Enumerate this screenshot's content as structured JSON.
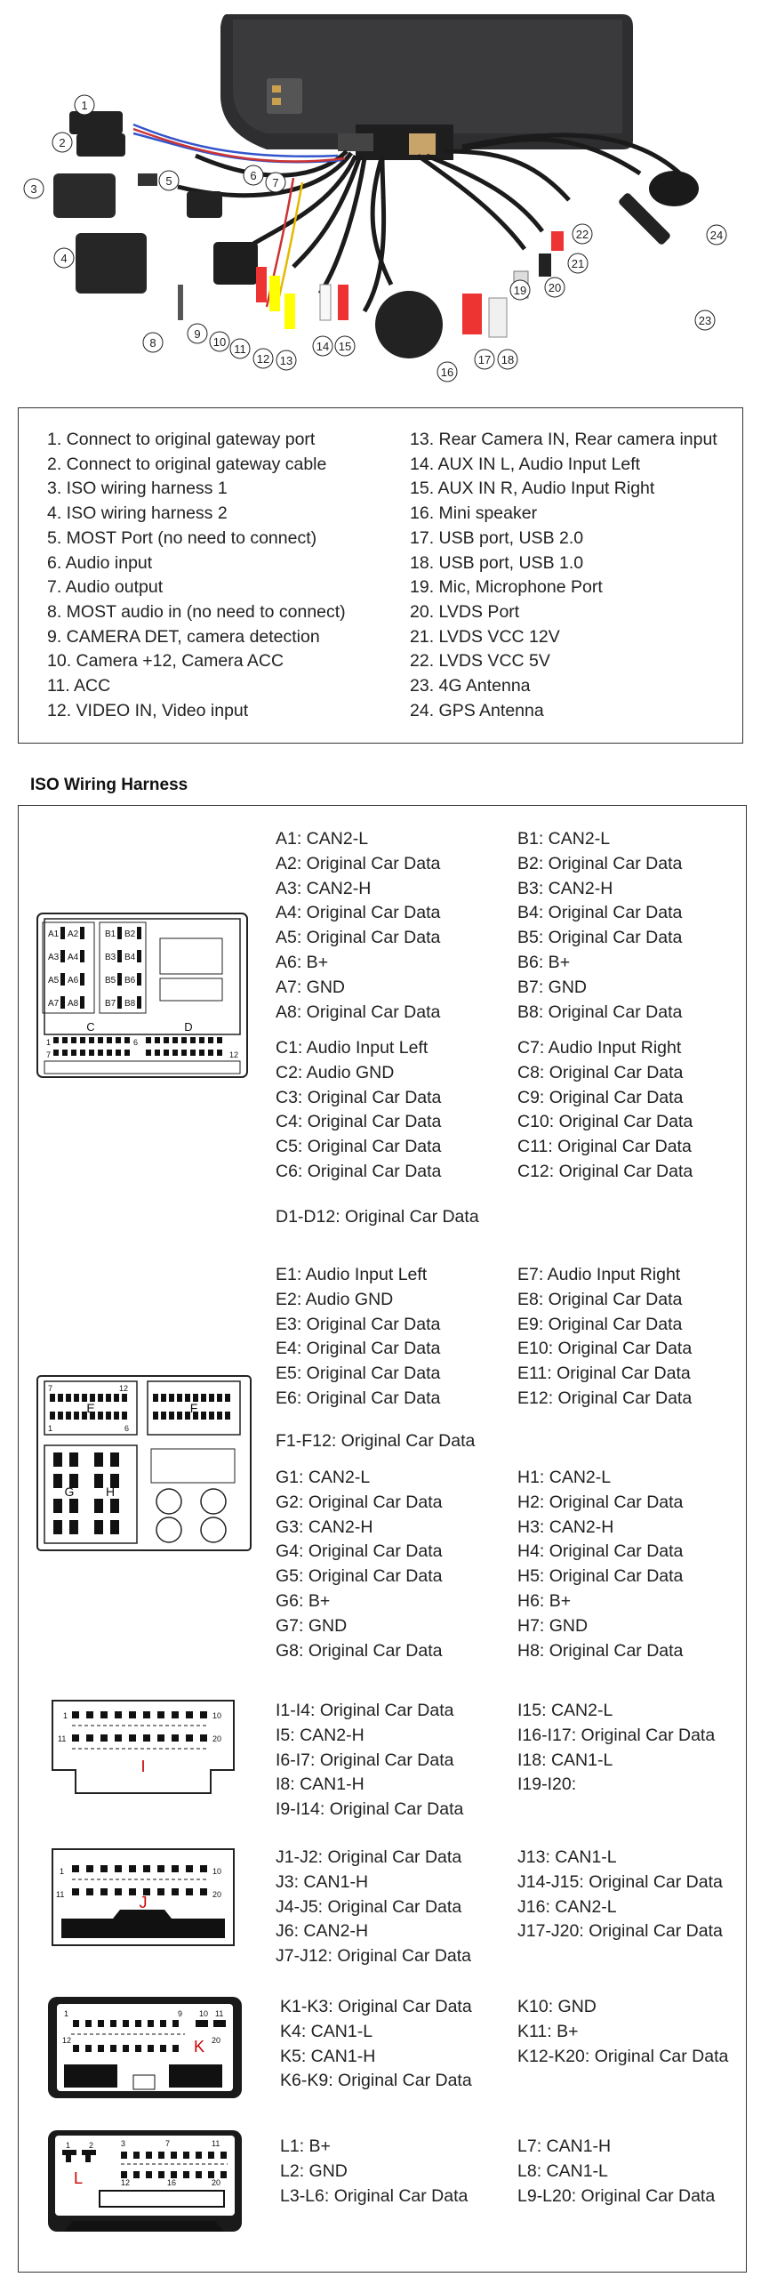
{
  "legend": {
    "left": [
      "1. Connect to original gateway port",
      "2. Connect to original gateway cable",
      "3. ISO wiring harness 1",
      "4. ISO wiring harness 2",
      "5. MOST Port (no need to connect)",
      "6. Audio input",
      "7. Audio output",
      "8. MOST audio in (no need to connect)",
      "9. CAMERA DET, camera detection",
      "10. Camera +12, Camera ACC",
      "11. ACC",
      "12. VIDEO IN, Video input"
    ],
    "right": [
      "13. Rear Camera IN, Rear camera input",
      "14. AUX IN L, Audio Input Left",
      "15. AUX IN R, Audio Input Right",
      "16. Mini speaker",
      "17. USB port, USB 2.0",
      "18. USB port, USB 1.0",
      "19. Mic, Microphone Port",
      "20. LVDS Port",
      "21. LVDS VCC 12V",
      "22. LVDS VCC 5V",
      "23. 4G Antenna",
      "24. GPS Antenna"
    ]
  },
  "callouts": [
    "1",
    "2",
    "3",
    "4",
    "5",
    "6",
    "7",
    "8",
    "9",
    "10",
    "11",
    "12",
    "13",
    "14",
    "15",
    "16",
    "17",
    "18",
    "19",
    "20",
    "21",
    "22",
    "23",
    "24"
  ],
  "section_title": "ISO Wiring Harness",
  "block1": {
    "a_left": [
      "A1: CAN2-L",
      "A2: Original Car Data",
      "A3: CAN2-H",
      "A4: Original Car Data",
      "A5: Original Car Data",
      "A6: B+",
      "A7: GND",
      "A8: Original Car Data"
    ],
    "b_right": [
      "B1: CAN2-L",
      "B2: Original Car Data",
      "B3: CAN2-H",
      "B4: Original Car Data",
      "B5: Original Car Data",
      "B6: B+",
      "B7: GND",
      "B8: Original Car Data"
    ],
    "c_left": [
      "C1: Audio Input Left",
      "C2: Audio GND",
      "C3: Original Car Data",
      "C4: Original Car Data",
      "C5: Original Car Data",
      "C6: Original Car Data"
    ],
    "c_right": [
      "C7: Audio Input Right",
      "C8: Original Car Data",
      "C9: Original Car Data",
      "C10: Original Car Data",
      "C11: Original Car Data",
      "C12: Original Car Data"
    ],
    "d": "D1-D12: Original Car Data",
    "connector_labels": [
      "A1",
      "A2",
      "B1",
      "B2",
      "A3",
      "A4",
      "B3",
      "B4",
      "A5",
      "A6",
      "B5",
      "B6",
      "A7",
      "A8",
      "B7",
      "B8",
      "C",
      "D",
      "1",
      "6",
      "7",
      "12"
    ]
  },
  "block2": {
    "e_left": [
      "E1: Audio Input Left",
      "E2: Audio GND",
      "E3: Original Car Data",
      "E4: Original Car Data",
      "E5: Original Car Data",
      "E6: Original Car Data"
    ],
    "e_right": [
      "E7: Audio Input Right",
      "E8: Original Car Data",
      "E9: Original Car Data",
      "E10: Original Car Data",
      "E11: Original Car Data",
      "E12: Original Car Data"
    ],
    "f": "F1-F12: Original Car Data",
    "g_left": [
      "G1: CAN2-L",
      "G2: Original Car Data",
      "G3: CAN2-H",
      "G4: Original Car Data",
      "G5: Original Car Data",
      "G6: B+",
      "G7: GND",
      "G8: Original Car Data"
    ],
    "h_right": [
      "H1: CAN2-L",
      "H2: Original Car Data",
      "H3: CAN2-H",
      "H4: Original Car Data",
      "H5: Original Car Data",
      "H6: B+",
      "H7: GND",
      "H8: Original Car Data"
    ],
    "connector_labels": [
      "E",
      "F",
      "G",
      "H",
      "7",
      "12",
      "1",
      "6"
    ]
  },
  "block_i": {
    "left": [
      "I1-I4: Original Car Data",
      "I5: CAN2-H",
      "I6-I7: Original Car Data",
      "I8: CAN1-H",
      "I9-I14: Original Car Data"
    ],
    "right": [
      "I15: CAN2-L",
      "I16-I17: Original Car Data",
      "I18: CAN1-L",
      "I19-I20:"
    ],
    "connector_labels": [
      "1",
      "10",
      "11",
      "20",
      "I"
    ]
  },
  "block_j": {
    "left": [
      "J1-J2: Original Car Data",
      "J3: CAN1-H",
      "J4-J5: Original Car Data",
      "J6: CAN2-H",
      "J7-J12: Original Car Data"
    ],
    "right": [
      "J13: CAN1-L",
      "J14-J15: Original Car Data",
      "J16: CAN2-L",
      "J17-J20: Original Car Data"
    ],
    "connector_labels": [
      "1",
      "10",
      "11",
      "20",
      "J"
    ]
  },
  "block_k": {
    "left": [
      "K1-K3: Original Car Data",
      "K4: CAN1-L",
      "K5: CAN1-H",
      "K6-K9: Original Car Data"
    ],
    "right": [
      "K10: GND",
      "K11: B+",
      "K12-K20: Original Car Data"
    ],
    "connector_labels": [
      "1",
      "9",
      "10",
      "11",
      "12",
      "20",
      "K"
    ]
  },
  "block_l": {
    "left": [
      "L1: B+",
      "L2: GND",
      "L3-L6: Original Car Data"
    ],
    "right": [
      "L7: CAN1-H",
      "L8: CAN1-L",
      "L9-L20: Original Car Data"
    ],
    "connector_labels": [
      "1",
      "2",
      "3",
      "7",
      "11",
      "12",
      "16",
      "20",
      "L"
    ]
  }
}
